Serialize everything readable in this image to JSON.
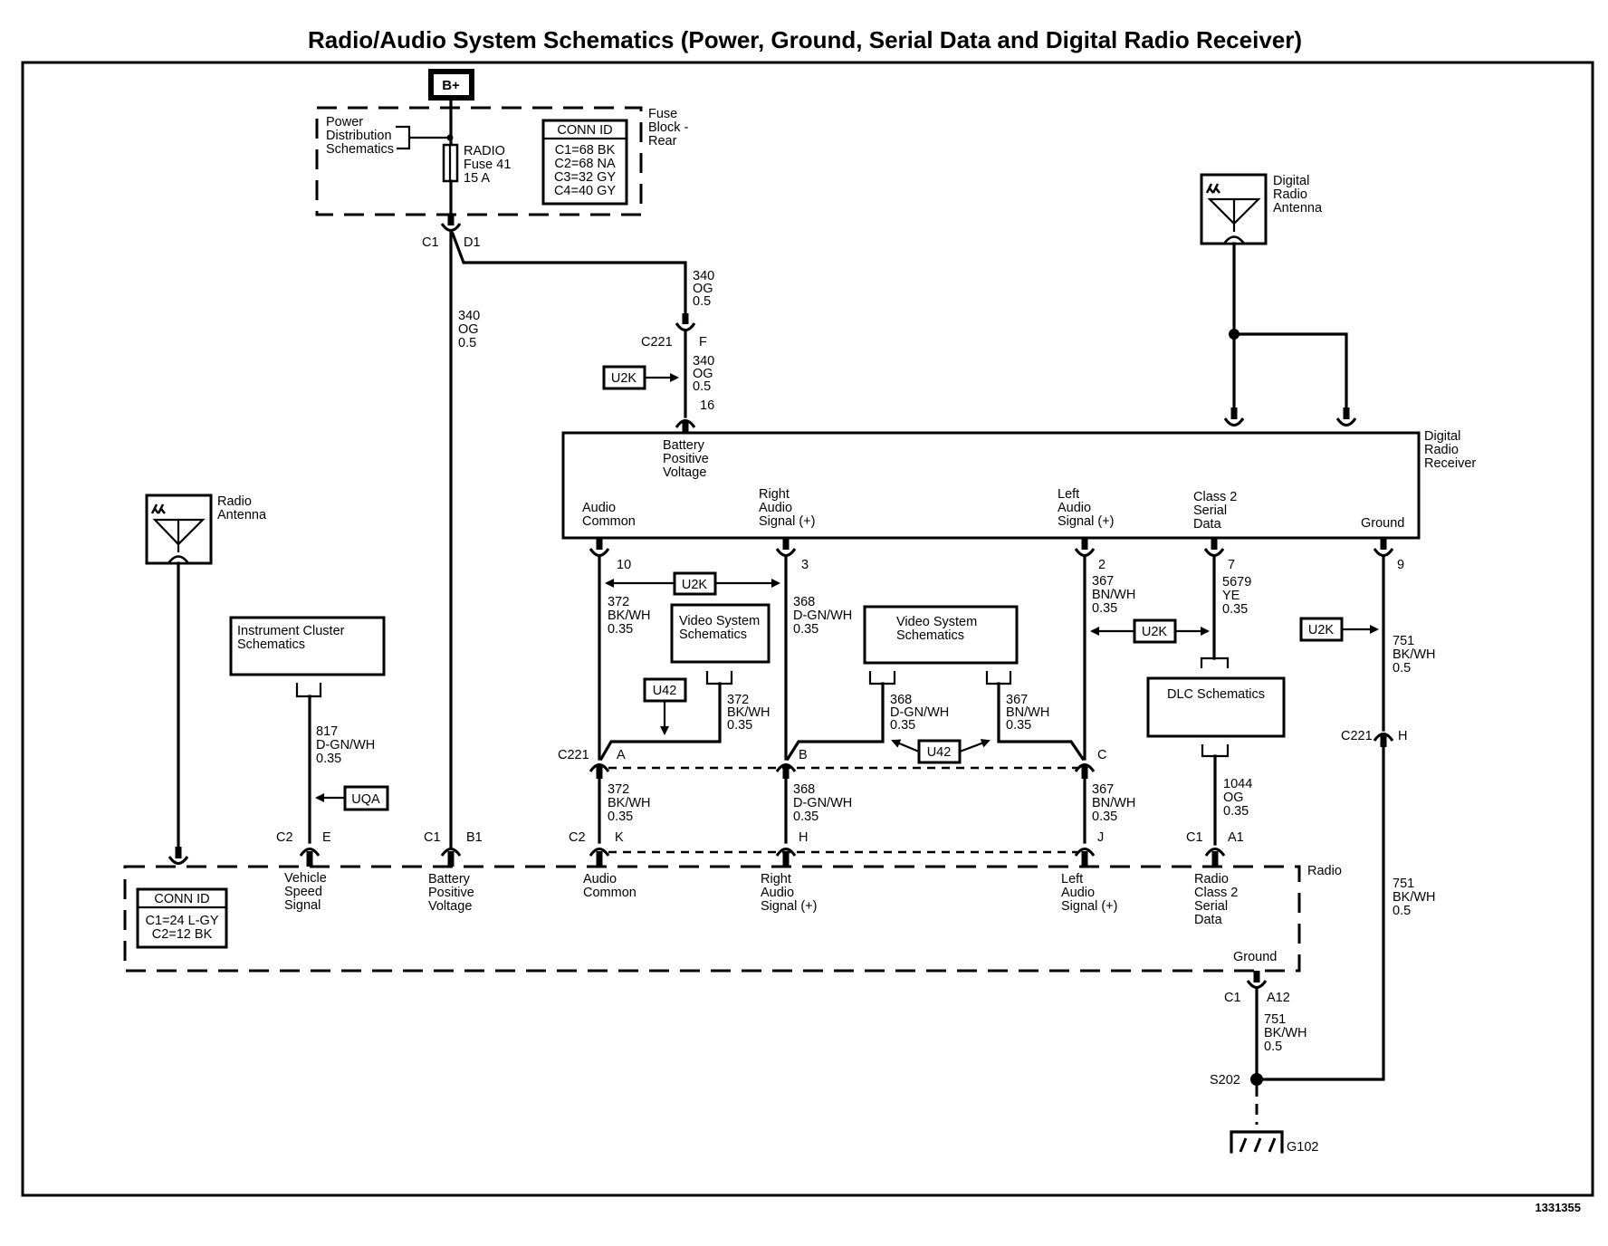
{
  "title": "Radio/Audio System Schematics (Power, Ground, Serial Data and Digital Radio Receiver)",
  "figure_id": "1331355",
  "power": {
    "source_label": "B+",
    "fuse_block_label": [
      "Fuse",
      "Block -",
      "Rear"
    ],
    "power_distribution_label": [
      "Power",
      "Distribution",
      "Schematics"
    ],
    "fuse_label": [
      "RADIO",
      "Fuse 41",
      "15 A"
    ],
    "conn_id": {
      "header": "CONN ID",
      "rows": [
        "C1=68 BK",
        "C2=68 NA",
        "C3=32 GY",
        "C4=40 GY"
      ]
    },
    "connector_left": "C1",
    "connector_right": "D1"
  },
  "wires": {
    "w340_left": [
      "340",
      "OG",
      "0.5"
    ],
    "w340_upper": [
      "340",
      "OG",
      "0.5"
    ],
    "w340_lower": [
      "340",
      "OG",
      "0.5"
    ],
    "w372_upper": [
      "372",
      "BK/WH",
      "0.35"
    ],
    "w372_video": [
      "372",
      "BK/WH",
      "0.35"
    ],
    "w372_lower": [
      "372",
      "BK/WH",
      "0.35"
    ],
    "w368_upper": [
      "368",
      "D-GN/WH",
      "0.35"
    ],
    "w368_video": [
      "368",
      "D-GN/WH",
      "0.35"
    ],
    "w368_lower": [
      "368",
      "D-GN/WH",
      "0.35"
    ],
    "w367_upper": [
      "367",
      "BN/WH",
      "0.35"
    ],
    "w367_video": [
      "367",
      "BN/WH",
      "0.35"
    ],
    "w367_lower": [
      "367",
      "BN/WH",
      "0.35"
    ],
    "w5679": [
      "5679",
      "YE",
      "0.35"
    ],
    "w751_upper": [
      "751",
      "BK/WH",
      "0.5"
    ],
    "w751_right": [
      "751",
      "BK/WH",
      "0.5"
    ],
    "w751_ground": [
      "751",
      "BK/WH",
      "0.5"
    ],
    "w817": [
      "817",
      "D-GN/WH",
      "0.35"
    ],
    "w1044": [
      "1044",
      "OG",
      "0.35"
    ]
  },
  "connectors": {
    "c221_f": {
      "name": "C221",
      "pin": "F"
    },
    "pin16": "16",
    "pin10": "10",
    "pin3": "3",
    "pin2": "2",
    "pin7": "7",
    "pin9": "9",
    "c221_a": {
      "name": "C221",
      "pin": "A"
    },
    "c221_b": "B",
    "c221_c": "C",
    "c221_h": {
      "name": "C221",
      "pin": "H"
    },
    "c2_k": {
      "name": "C2",
      "pin": "K"
    },
    "c2_h": "H",
    "c2_j": "J",
    "c2_e": {
      "name": "C2",
      "pin": "E"
    },
    "c1_b1": {
      "name": "C1",
      "pin": "B1"
    },
    "c1_a1": {
      "name": "C1",
      "pin": "A1"
    },
    "c1_a12": {
      "name": "C1",
      "pin": "A12"
    },
    "splice": "S202",
    "ground_point": "G102"
  },
  "options": {
    "u2k": "U2K",
    "u42": "U42",
    "uqa": "UQA"
  },
  "digital_receiver": {
    "name": [
      "Digital",
      "Radio",
      "Receiver"
    ],
    "battery_label": [
      "Battery",
      "Positive",
      "Voltage"
    ],
    "audio_common": [
      "Audio",
      "Common"
    ],
    "right_audio": [
      "Right",
      "Audio",
      "Signal (+)"
    ],
    "left_audio": [
      "Left",
      "Audio",
      "Signal (+)"
    ],
    "class2": [
      "Class 2",
      "Serial",
      "Data"
    ],
    "ground": "Ground"
  },
  "digital_antenna": [
    "Digital",
    "Radio",
    "Antenna"
  ],
  "radio_antenna": [
    "Radio",
    "Antenna"
  ],
  "instrument_cluster": [
    "Instrument Cluster",
    "Schematics"
  ],
  "video_system": [
    "Video System",
    "Schematics"
  ],
  "dlc": "DLC Schematics",
  "radio": {
    "name": "Radio",
    "conn_id": {
      "header": "CONN ID",
      "rows": [
        "C1=24 L-GY",
        "C2=12 BK"
      ]
    },
    "vehicle_speed": [
      "Vehicle",
      "Speed",
      "Signal"
    ],
    "battery": [
      "Battery",
      "Positive",
      "Voltage"
    ],
    "audio_common": [
      "Audio",
      "Common"
    ],
    "right_audio": [
      "Right",
      "Audio",
      "Signal (+)"
    ],
    "left_audio": [
      "Left",
      "Audio",
      "Signal (+)"
    ],
    "class2": [
      "Radio",
      "Class 2",
      "Serial",
      "Data"
    ],
    "ground": "Ground"
  }
}
